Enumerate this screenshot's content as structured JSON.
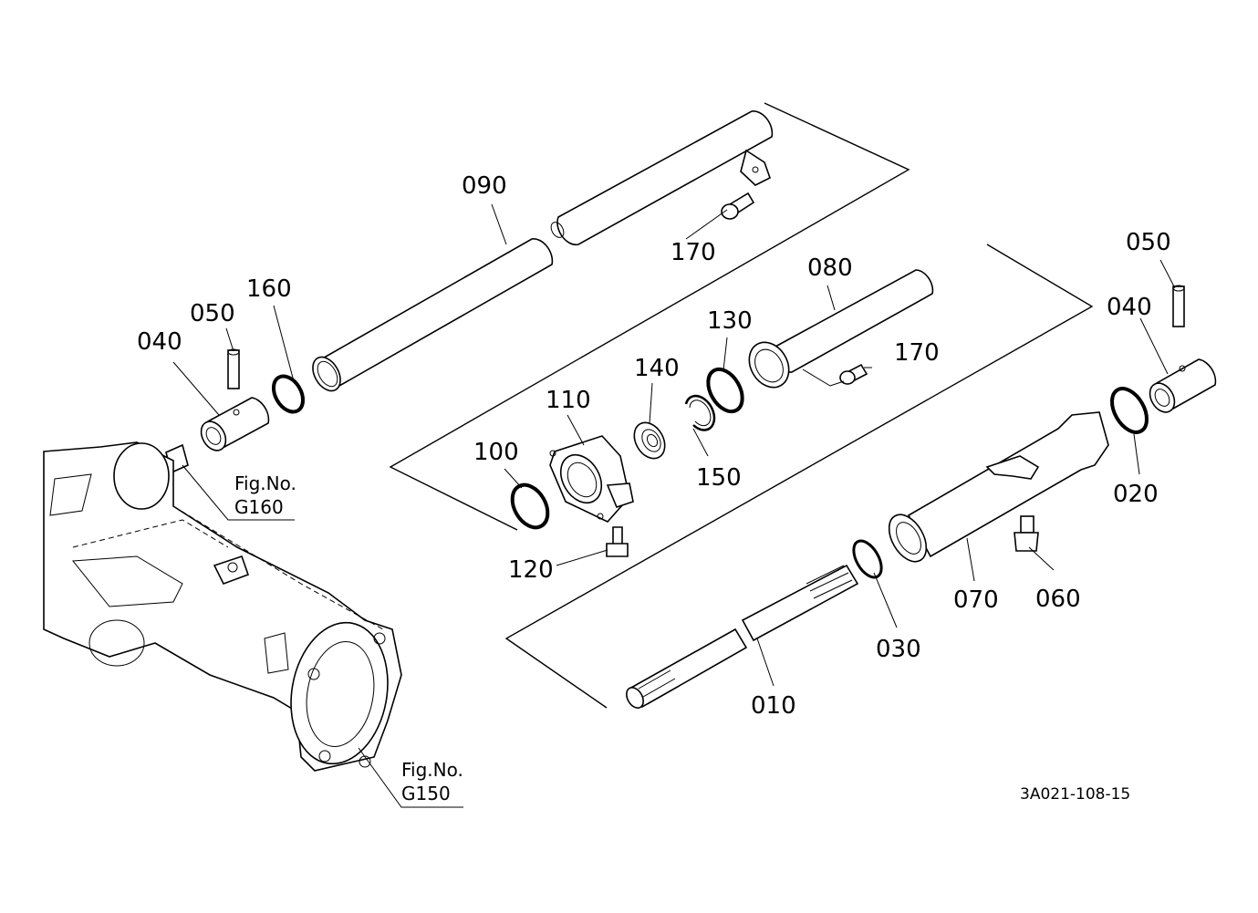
{
  "callouts": {
    "p090": "090",
    "p170_top": "170",
    "p160": "160",
    "p050_left": "050",
    "p040_left": "040",
    "p080": "080",
    "p170_mid": "170",
    "p130": "130",
    "p140": "140",
    "p110": "110",
    "p100": "100",
    "p150": "150",
    "p120": "120",
    "p050_right": "050",
    "p040_right": "040",
    "p020": "020",
    "p070": "070",
    "p060": "060",
    "p030": "030",
    "p010": "010"
  },
  "fig_refs": {
    "g160_label": "Fig.No.",
    "g160_code": "G160",
    "g150_label": "Fig.No.",
    "g150_code": "G150"
  },
  "drawing_number": "3A021-108-15"
}
